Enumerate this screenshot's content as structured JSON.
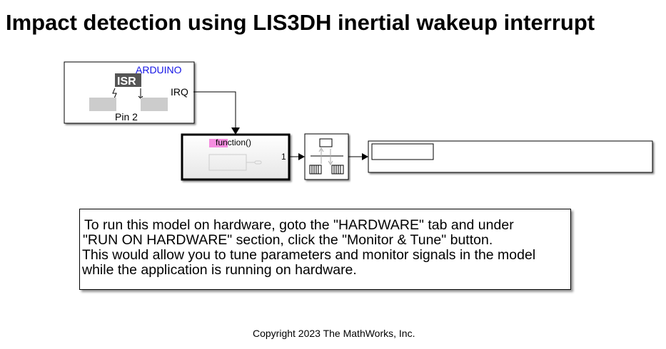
{
  "title": "Impact detection using LIS3DH inertial wakeup interrupt",
  "blocks": {
    "arduino": {
      "brand": "ARDUINO",
      "isr": "ISR",
      "port": "IRQ",
      "pin": "Pin 2"
    },
    "function_call": {
      "label": "function()",
      "out_port": "1"
    },
    "colors": {
      "brand": "#1515e6",
      "highlight": "#f58ee0"
    }
  },
  "note": {
    "lines": [
      "To run this model on hardware, goto the \"HARDWARE\" tab and under",
      "\"RUN ON HARDWARE\" section, click the \"Monitor & Tune\" button.",
      "This would allow you to tune parameters and monitor signals in the model",
      "while the application is running on hardware."
    ]
  },
  "copyright": "Copyright 2023 The MathWorks, Inc."
}
